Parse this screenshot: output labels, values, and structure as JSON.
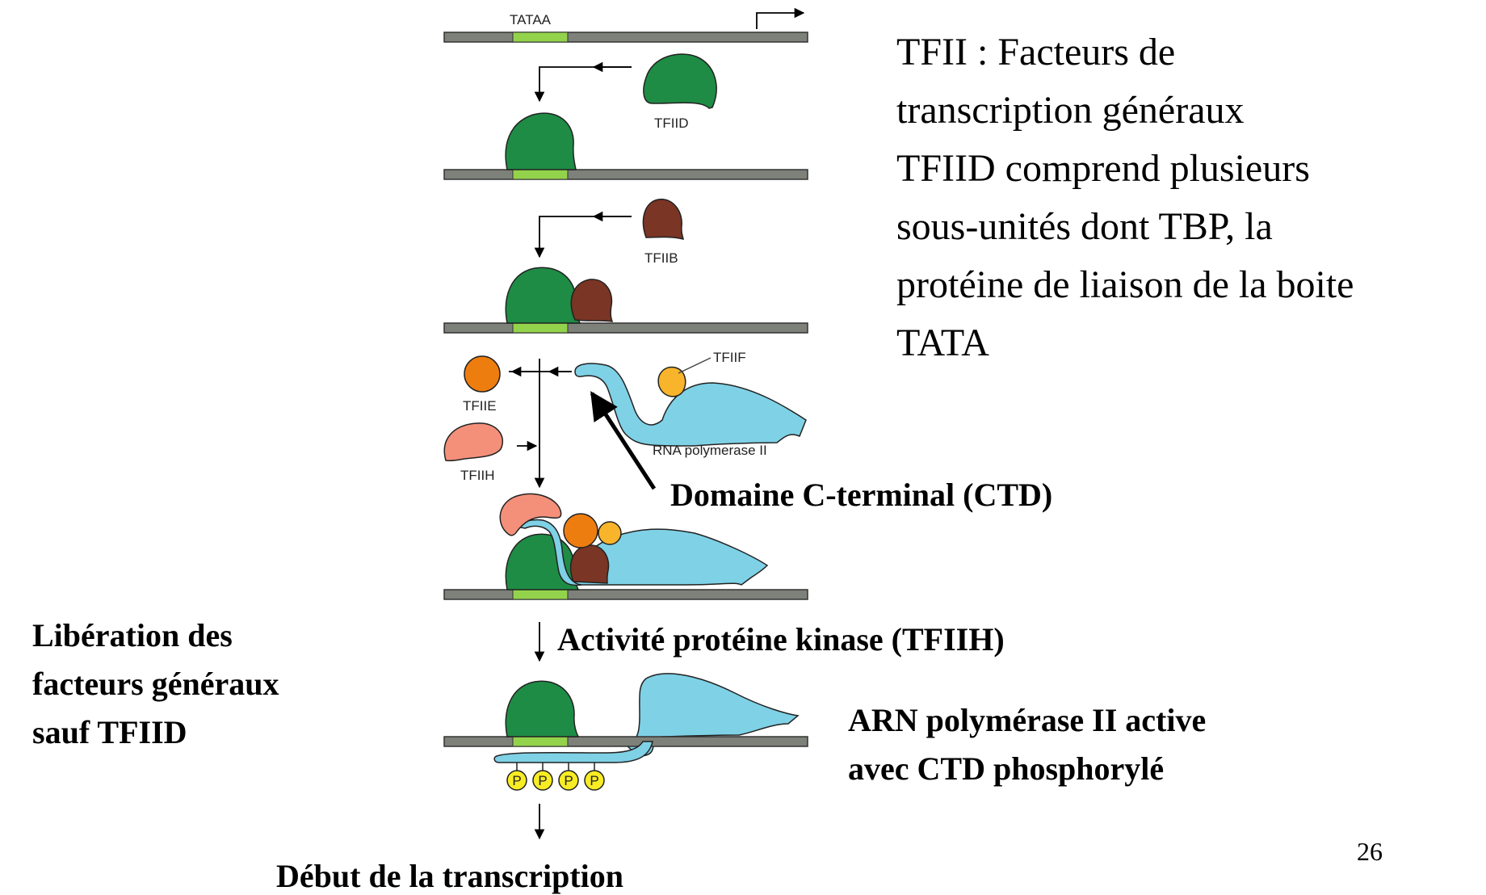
{
  "diagram": {
    "tata_label": "TATAA",
    "tfiid_label": "TFIID",
    "tfiib_label": "TFIIB",
    "tfiie_label": "TFIIE",
    "tfiih_label": "TFIIH",
    "tfiif_label": "TFIIF",
    "polymerase_label": "RNA polymerase II",
    "phospho_label": "P"
  },
  "notes": {
    "definition_lines": [
      "TFII : Facteurs de",
      "transcription généraux",
      "TFIID comprend plusieurs",
      "sous-unités dont TBP, la",
      "protéine de liaison de la boite",
      "TATA"
    ],
    "ctd_label": "Domaine C-terminal (CTD)",
    "kinase_label": "Activité protéine kinase (TFIIH)",
    "release_lines": [
      "Libération des",
      "facteurs généraux",
      "sauf TFIID"
    ],
    "active_lines": [
      "ARN polymérase II active",
      "avec CTD phosphorylé"
    ],
    "start_label": "Début de la transcription",
    "page_number": "26"
  },
  "colors": {
    "dna": "#7d8179",
    "tata_box": "#93d34b",
    "tfiid": "#1e8c45",
    "tfiib": "#7a3524",
    "tfiie": "#ee7d10",
    "tfiif": "#f8b42a",
    "tfiih": "#f4907a",
    "polymerase": "#7fd1e6",
    "phosphate": "#f8ec24"
  }
}
